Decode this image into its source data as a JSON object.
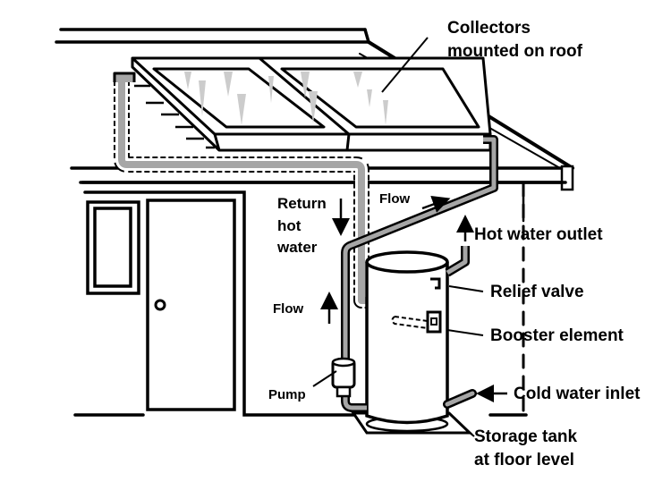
{
  "title": "Solar water heating system diagram",
  "colors": {
    "line": "#000000",
    "pipe_fill": "#a6a6a6",
    "heat_shimmer": "#cccccc",
    "background": "#ffffff"
  },
  "labels": {
    "collectors": [
      "Collectors",
      "mounted on roof"
    ],
    "return_hot_water": [
      "Return",
      "hot",
      "water"
    ],
    "flow_top": "Flow",
    "flow_left": "Flow",
    "hot_water_outlet": "Hot water outlet",
    "relief_valve": "Relief valve",
    "booster_element": "Booster element",
    "pump": "Pump",
    "cold_water_inlet": "Cold water inlet",
    "storage_tank": [
      "Storage tank",
      "at floor level"
    ]
  },
  "components": [
    {
      "id": "roof",
      "name": "Roof"
    },
    {
      "id": "collectors",
      "name": "Solar collectors (2 panels)"
    },
    {
      "id": "house-wall",
      "name": "House wall"
    },
    {
      "id": "window",
      "name": "Window"
    },
    {
      "id": "door",
      "name": "Door"
    },
    {
      "id": "supply-pipe",
      "name": "Flow pipe to collectors"
    },
    {
      "id": "return-pipe",
      "name": "Insulated return hot water pipe"
    },
    {
      "id": "storage-tank",
      "name": "Storage tank"
    },
    {
      "id": "pump",
      "name": "Pump"
    },
    {
      "id": "relief-valve",
      "name": "Relief valve"
    },
    {
      "id": "booster-element",
      "name": "Booster element"
    },
    {
      "id": "hot-water-outlet",
      "name": "Hot water outlet pipe"
    },
    {
      "id": "cold-water-inlet",
      "name": "Cold water inlet pipe"
    }
  ]
}
